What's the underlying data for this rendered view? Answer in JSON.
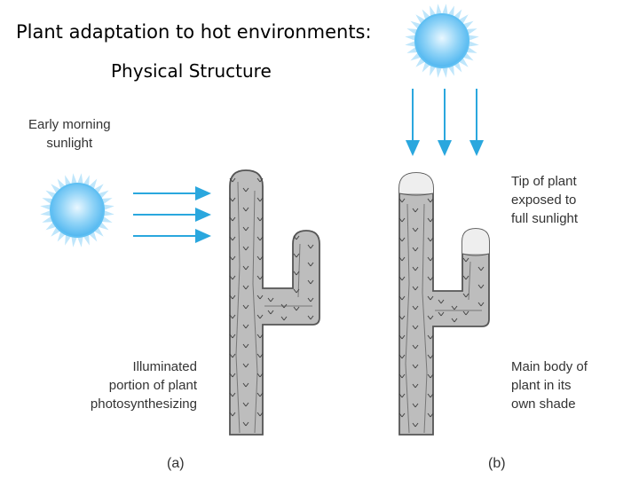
{
  "slide": {
    "title": "Plant adaptation to hot environments:",
    "subtitle": "Physical Structure"
  },
  "labels": {
    "early_morning": [
      "Early morning",
      "sunlight"
    ],
    "illuminated": [
      "Illuminated",
      "portion of plant",
      "photosynthesizing"
    ],
    "tip_exposed": [
      "Tip of plant",
      "exposed to",
      "full sunlight"
    ],
    "main_body": [
      "Main body of",
      "plant in its",
      "own shade"
    ],
    "panel_a": "(a)",
    "panel_b": "(b)"
  },
  "colors": {
    "sun_core": "#4fb6f0",
    "sun_glow": "#bfe6fb",
    "arrow": "#2aa7de",
    "cactus_fill": "#bdbdbd",
    "cactus_outline": "#555555",
    "lit_tip": "#eeeeee"
  }
}
